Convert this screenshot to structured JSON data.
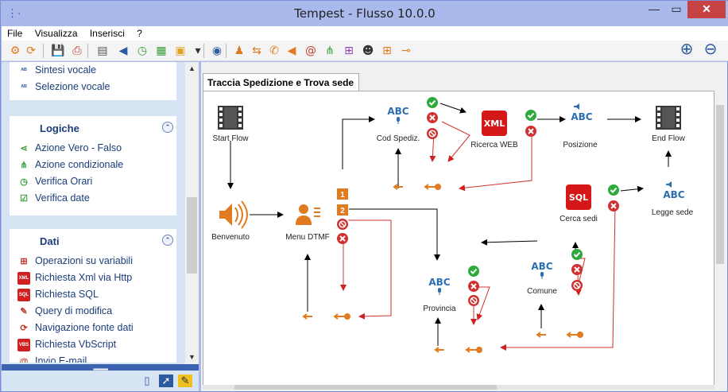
{
  "window": {
    "title": "Tempest - Flusso 10.0.0",
    "min_glyph": "—",
    "max_glyph": "▭",
    "close_glyph": "✕"
  },
  "menu": [
    "File",
    "Visualizza",
    "Inserisci",
    "?"
  ],
  "toolbar": [
    {
      "name": "settings-icon",
      "glyph": "⚙",
      "color": "#e07b20"
    },
    {
      "name": "refresh-icon",
      "glyph": "⟳",
      "color": "#e07b20"
    },
    {
      "name": "save-icon",
      "glyph": "💾",
      "color": "#2c5aa0"
    },
    {
      "name": "print-icon",
      "glyph": "⎙",
      "color": "#c0392b"
    },
    {
      "name": "document-icon",
      "glyph": "▤",
      "color": "#555"
    },
    {
      "name": "speaker-icon",
      "glyph": "◀",
      "color": "#2c5aa0"
    },
    {
      "name": "clock-icon",
      "glyph": "◷",
      "color": "#3a9d3a"
    },
    {
      "name": "calendar-icon",
      "glyph": "▦",
      "color": "#3a9d3a"
    },
    {
      "name": "folder-icon",
      "glyph": "▣",
      "color": "#e0a020"
    },
    {
      "name": "dropdown-arrow-icon",
      "glyph": "▾",
      "color": "#333"
    },
    {
      "name": "binoculars-icon",
      "glyph": "◉",
      "color": "#2c5aa0"
    },
    {
      "name": "person-icon",
      "glyph": "♟",
      "color": "#e07b20"
    },
    {
      "name": "goto-icon",
      "glyph": "⇆",
      "color": "#e07b20"
    },
    {
      "name": "phone-icon",
      "glyph": "✆",
      "color": "#e07b20"
    },
    {
      "name": "volume-icon",
      "glyph": "◀",
      "color": "#e07b20"
    },
    {
      "name": "at-icon",
      "glyph": "@",
      "color": "#c0392b"
    },
    {
      "name": "branch-icon",
      "glyph": "⋔",
      "color": "#3a9d3a"
    },
    {
      "name": "flow-icon",
      "glyph": "⊞",
      "color": "#8e44ad"
    },
    {
      "name": "robot-icon",
      "glyph": "☻",
      "color": "#333"
    },
    {
      "name": "grid-icon",
      "glyph": "⊞",
      "color": "#e07b20"
    },
    {
      "name": "link-icon",
      "glyph": "⊸",
      "color": "#e07b20"
    },
    {
      "name": "zoom-in-icon",
      "glyph": "⊕",
      "color": "#2c5aa0"
    },
    {
      "name": "zoom-out-icon",
      "glyph": "⊖",
      "color": "#2c5aa0"
    }
  ],
  "sidebar": {
    "group0": {
      "items": [
        {
          "label": "Sintesi vocale",
          "icon": "tts-icon",
          "glyph": "ᴬᴮ",
          "color": "#2c5aa0"
        },
        {
          "label": "Selezione vocale",
          "icon": "voice-select-icon",
          "glyph": "ᴬᴮ",
          "color": "#2c5aa0"
        }
      ]
    },
    "group1": {
      "title": "Logiche",
      "items": [
        {
          "label": "Azione Vero - Falso",
          "icon": "true-false-icon",
          "glyph": "⋖",
          "color": "#3a9d3a"
        },
        {
          "label": "Azione condizionale",
          "icon": "conditional-icon",
          "glyph": "⋔",
          "color": "#3a9d3a"
        },
        {
          "label": "Verifica Orari",
          "icon": "clock-icon",
          "glyph": "◷",
          "color": "#3a9d3a"
        },
        {
          "label": "Verifica date",
          "icon": "calendar-check-icon",
          "glyph": "☑",
          "color": "#3a9d3a"
        }
      ]
    },
    "group2": {
      "title": "Dati",
      "items": [
        {
          "label": "Operazioni su variabili",
          "icon": "variables-icon",
          "glyph": "⊞",
          "color": "#c0392b"
        },
        {
          "label": "Richiesta Xml via Http",
          "icon": "xml-icon",
          "glyph": "XML",
          "color": "#c0392b"
        },
        {
          "label": "Richiesta SQL",
          "icon": "sql-icon",
          "glyph": "SQL",
          "color": "#c0392b"
        },
        {
          "label": "Query di modifica",
          "icon": "query-edit-icon",
          "glyph": "✎",
          "color": "#c0392b"
        },
        {
          "label": "Navigazione fonte dati",
          "icon": "navigate-icon",
          "glyph": "⟳",
          "color": "#c0392b"
        },
        {
          "label": "Richiesta VbScript",
          "icon": "vbs-icon",
          "glyph": "VBS",
          "color": "#c0392b"
        },
        {
          "label": "Invio E-mail",
          "icon": "email-icon",
          "glyph": "@",
          "color": "#c0392b"
        }
      ]
    },
    "collapse_glyph": "⌃"
  },
  "tab": {
    "label": "Traccia Spedizione e Trova sede"
  },
  "flow": {
    "nodes": [
      {
        "id": "start",
        "label": "Start Flow"
      },
      {
        "id": "benv",
        "label": "Benvenuto"
      },
      {
        "id": "menu",
        "label": "Menu DTMF"
      },
      {
        "id": "cod",
        "label": "Cod Spediz."
      },
      {
        "id": "xml",
        "label": "Ricerca WEB"
      },
      {
        "id": "pos",
        "label": "Posizione"
      },
      {
        "id": "end",
        "label": "End Flow"
      },
      {
        "id": "sql",
        "label": "Cerca sedi"
      },
      {
        "id": "legge",
        "label": "Legge sede"
      },
      {
        "id": "prov",
        "label": "Provincia"
      },
      {
        "id": "comune",
        "label": "Comune"
      }
    ],
    "menu_options": [
      "1",
      "2"
    ],
    "icon_text": {
      "abc": "ABC",
      "xml": "XML",
      "sql": "SQL"
    },
    "colors": {
      "ok": "#2eaa3c",
      "error": "#d03030",
      "orange": "#e07b20",
      "blue": "#2c6fb0"
    }
  }
}
